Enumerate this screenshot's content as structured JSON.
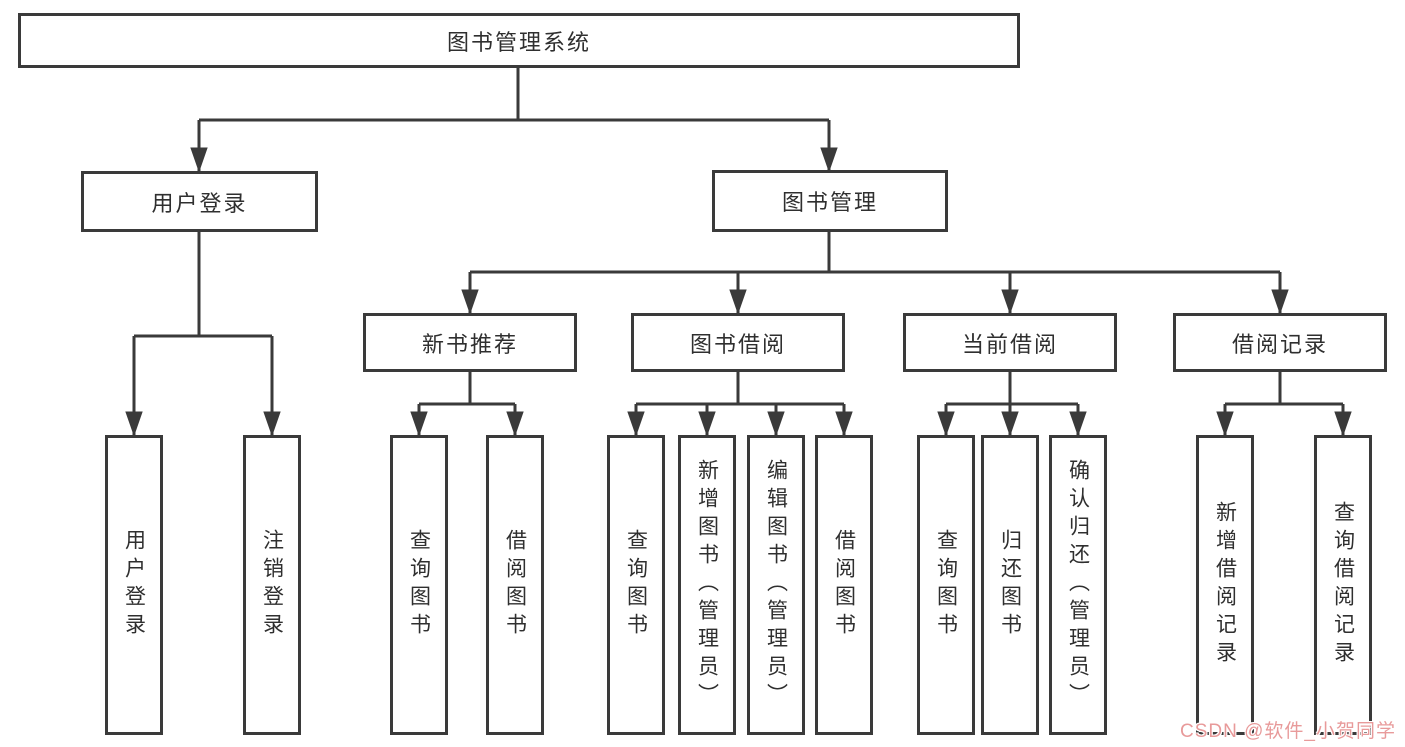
{
  "tree": {
    "label": "图书管理系统",
    "children": [
      {
        "label": "用户登录",
        "children": [
          {
            "label": "用户登录"
          },
          {
            "label": "注销登录"
          }
        ]
      },
      {
        "label": "图书管理",
        "children": [
          {
            "label": "新书推荐",
            "children": [
              {
                "label": "查询图书"
              },
              {
                "label": "借阅图书"
              }
            ]
          },
          {
            "label": "图书借阅",
            "children": [
              {
                "label": "查询图书"
              },
              {
                "label": "新增图书（管理员）"
              },
              {
                "label": "编辑图书（管理员）"
              },
              {
                "label": "借阅图书"
              }
            ]
          },
          {
            "label": "当前借阅",
            "children": [
              {
                "label": "查询图书"
              },
              {
                "label": "归还图书"
              },
              {
                "label": "确认归还（管理员）"
              }
            ]
          },
          {
            "label": "借阅记录",
            "children": [
              {
                "label": "新增借阅记录"
              },
              {
                "label": "查询借阅记录"
              }
            ]
          }
        ]
      }
    ]
  },
  "watermark": {
    "text": "CSDN @软件_小贺同学",
    "color": "#e89a9a"
  },
  "colors": {
    "line": "#3a3a3a",
    "text": "#2f2f2f",
    "background": "#ffffff"
  }
}
